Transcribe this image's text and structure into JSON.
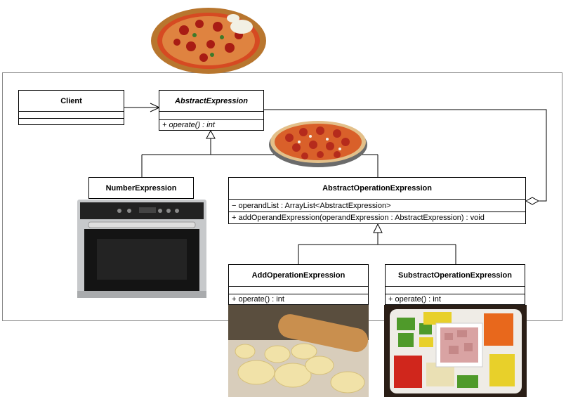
{
  "classes": {
    "client": {
      "name": "Client"
    },
    "abstract_expression": {
      "name": "AbstractExpression",
      "operation": "+ operate() : int"
    },
    "number_expression": {
      "name": "NumberExpression"
    },
    "abstract_operation_expression": {
      "name": "AbstractOperationExpression",
      "attribute": "− operandList : ArrayList<AbstractExpression>",
      "operation": "+ addOperandExpression(operandExpression : AbstractExpression) : void"
    },
    "add_operation_expression": {
      "name": "AddOperationExpression",
      "operation": "+ operate() : int"
    },
    "substract_operation_expression": {
      "name": "SubstractOperationExpression",
      "operation": "+ operate() : int"
    }
  },
  "images": {
    "top": "pizza-icon",
    "middle": "pizza-base-icon",
    "number": "oven-icon",
    "add": "dough-icon",
    "substract": "vegetable-platter-icon"
  },
  "colors": {
    "line": "#000000",
    "frame": "#888888"
  }
}
